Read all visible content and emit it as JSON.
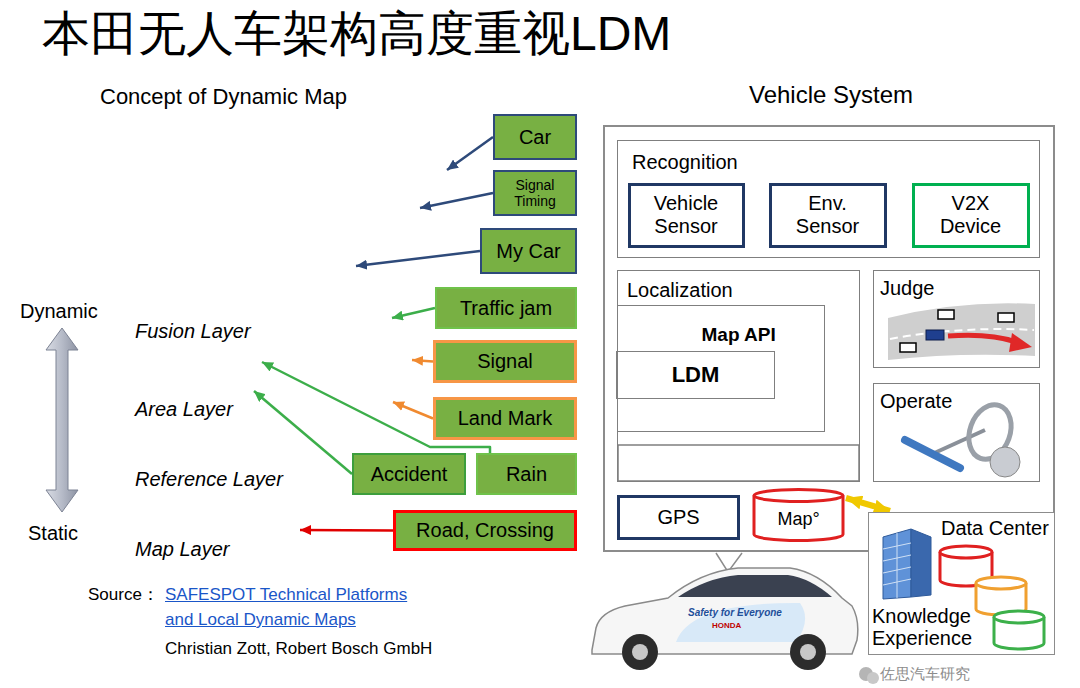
{
  "diagram": {
    "title": "本田无人车架构高度重视LDM",
    "nodes": [
      {
        "text": [
          "Vehicle System"
        ]
      },
      {
        "text": [
          "Recognition"
        ],
        "in": 0
      },
      {
        "text": [
          "Vehicle Sensor"
        ],
        "in": 1
      },
      {
        "text": [
          "Env. Sensor"
        ],
        "in": 1
      },
      {
        "text": [
          "V2X Device"
        ],
        "in": 1
      },
      {
        "text": [
          "Localization"
        ],
        "in": 0
      },
      {
        "text": [
          "Map API"
        ],
        "in": 5
      },
      {
        "text": [
          "LDM"
        ],
        "in": 6
      },
      {
        "text": [
          "Judge"
        ],
        "in": 0
      },
      {
        "text": [
          "Operate"
        ],
        "in": 0
      },
      {
        "text": [
          "GPS"
        ],
        "in": 0
      },
      {
        "text": [
          "Map°"
        ],
        "in": 0
      },
      {
        "text": [
          "Data Center",
          "Knowledge Experience"
        ]
      },
      {
        "text": [
          "Fusion Layer"
        ]
      },
      {
        "text": [
          "Area Layer"
        ]
      },
      {
        "text": [
          "Reference Layer"
        ]
      },
      {
        "text": [
          "Map Layer"
        ]
      },
      {
        "text": [
          "Car"
        ]
      },
      {
        "text": [
          "Signal Timing"
        ]
      },
      {
        "text": [
          "My Car"
        ]
      },
      {
        "text": [
          "Traffic jam"
        ]
      },
      {
        "text": [
          "Signal"
        ]
      },
      {
        "text": [
          "Land Mark"
        ]
      },
      {
        "text": [
          "Accident"
        ]
      },
      {
        "text": [
          "Rain"
        ]
      },
      {
        "text": [
          "Road, Crossing"
        ]
      }
    ],
    "edges": [
      {
        "from": 11,
        "to": 12,
        "arrow": "both"
      },
      {
        "from": 17,
        "to": 13,
        "arrow": "to"
      },
      {
        "from": 18,
        "to": 13,
        "arrow": "to"
      },
      {
        "from": 19,
        "to": 13,
        "arrow": "to"
      },
      {
        "from": 20,
        "to": 13,
        "arrow": "to"
      },
      {
        "from": 21,
        "to": 14,
        "arrow": "to"
      },
      {
        "from": 22,
        "to": 14,
        "arrow": "to"
      },
      {
        "from": 23,
        "to": 14,
        "arrow": "to"
      },
      {
        "from": 24,
        "to": 14,
        "arrow": "to"
      },
      {
        "from": 25,
        "to": 16,
        "arrow": "to"
      }
    ],
    "labels": [
      "Concept of Dynamic Map",
      "Dynamic",
      "Static",
      "Source：",
      "SAFESPOT Technical Platforms",
      "and Local Dynamic Maps",
      "Christian Zott, Robert Bosch GmbH",
      "Safety for Everyone",
      "HONDA",
      "佐思汽车研究"
    ]
  }
}
